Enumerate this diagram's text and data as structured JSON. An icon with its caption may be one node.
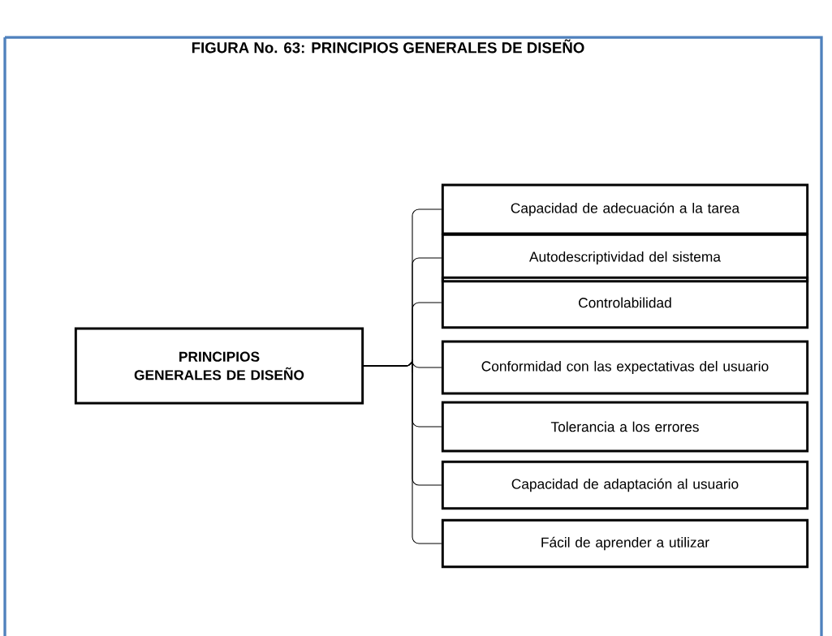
{
  "diagram": {
    "title": "FIGURA No. 63: PRINCIPIOS GENERALES DE DISEÑO",
    "nodes": [
      {
        "text": [
          "PRINCIPIOS GENERALES DE DISEÑO"
        ]
      },
      {
        "text": [
          "Capacidad de adecuación a la tarea"
        ]
      },
      {
        "text": [
          "Autodescriptividad del sistema"
        ]
      },
      {
        "text": [
          "Controlabilidad"
        ]
      },
      {
        "text": [
          "Conformidad con las expectativas del usuario"
        ]
      },
      {
        "text": [
          "Tolerancia a los errores"
        ]
      },
      {
        "text": [
          "Capacidad de adaptación al usuario"
        ]
      },
      {
        "text": [
          "Fácil de aprender a utilizar"
        ]
      }
    ],
    "edges": [
      {
        "from": 0,
        "to": 1,
        "arrow": "none"
      },
      {
        "from": 0,
        "to": 2,
        "arrow": "none"
      },
      {
        "from": 0,
        "to": 3,
        "arrow": "none"
      },
      {
        "from": 0,
        "to": 4,
        "arrow": "none"
      },
      {
        "from": 0,
        "to": 5,
        "arrow": "none"
      },
      {
        "from": 0,
        "to": 6,
        "arrow": "none"
      },
      {
        "from": 0,
        "to": 7,
        "arrow": "none"
      }
    ]
  }
}
